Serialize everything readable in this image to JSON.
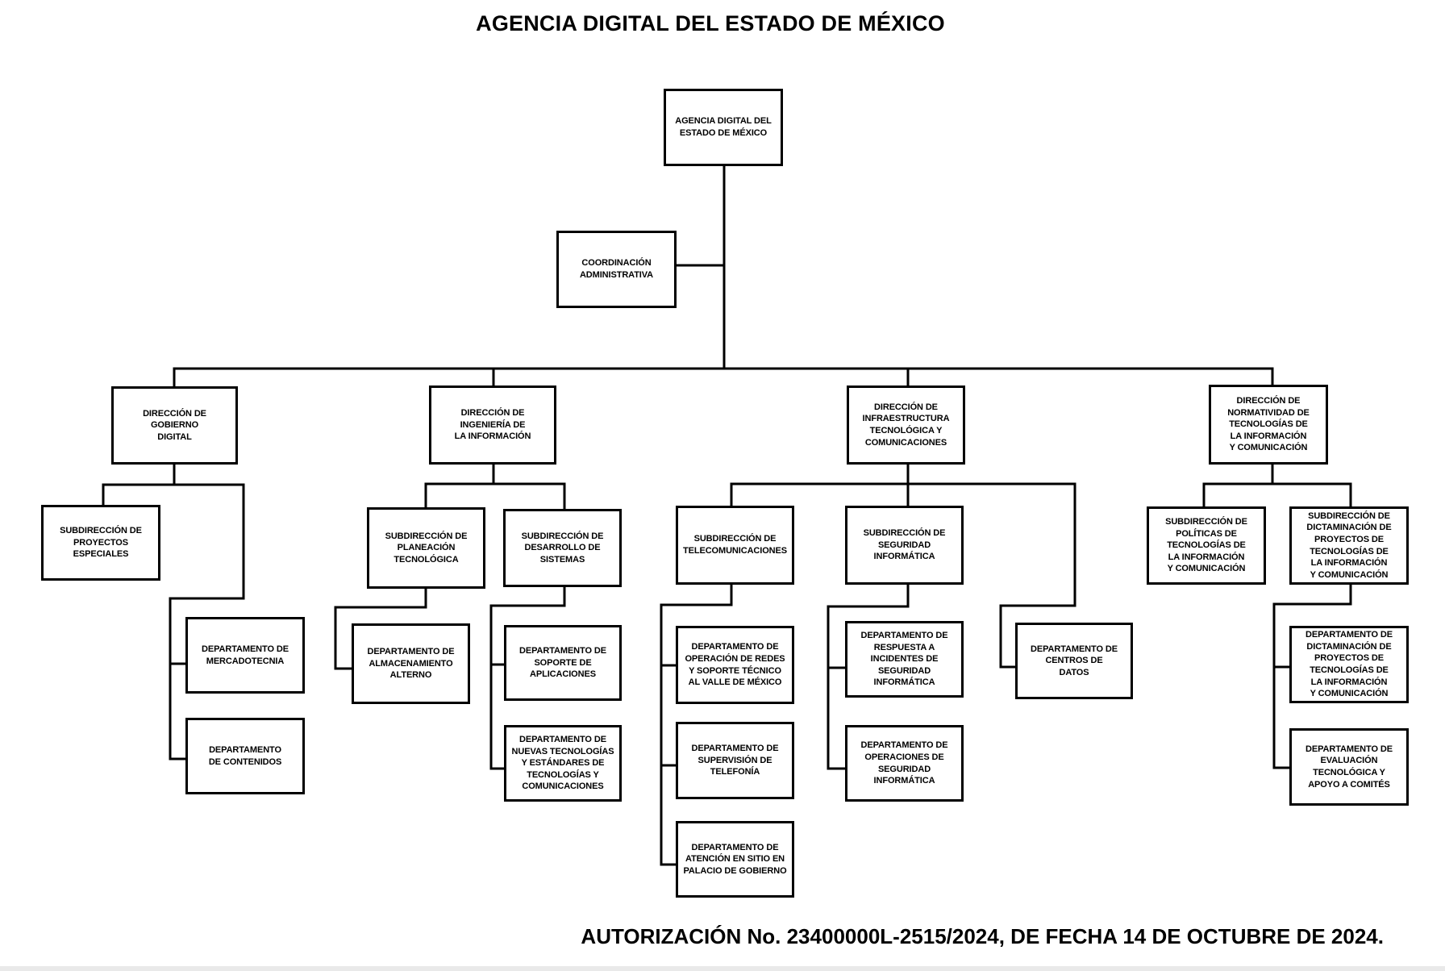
{
  "header": {
    "title": "AGENCIA DIGITAL DEL ESTADO DE MÉXICO"
  },
  "org_chart": {
    "head": "AGENCIA DIGITAL DEL\nESTADO DE MÉXICO",
    "staff_unit": "COORDINACIÓN\nADMINISTRATIVA",
    "directorates": [
      {
        "name": "DIRECCIÓN DE\nGOBIERNO\nDIGITAL",
        "subdirectorates": [
          {
            "name": "SUBDIRECCIÓN DE\nPROYECTOS\nESPECIALES",
            "departments": []
          }
        ],
        "departments": [
          "DEPARTAMENTO DE\nMERCADOTECNIA",
          "DEPARTAMENTO\nDE CONTENIDOS"
        ]
      },
      {
        "name": "DIRECCIÓN DE\nINGENIERÍA DE\nLA INFORMACIÓN",
        "subdirectorates": [
          {
            "name": "SUBDIRECCIÓN DE\nPLANEACIÓN\nTECNOLÓGICA",
            "departments": [
              "DEPARTAMENTO DE\nALMACENAMIENTO\nALTERNO"
            ]
          },
          {
            "name": "SUBDIRECCIÓN DE\nDESARROLLO DE\nSISTEMAS",
            "departments": [
              "DEPARTAMENTO DE\nSOPORTE DE\nAPLICACIONES",
              "DEPARTAMENTO DE\nNUEVAS TECNOLOGÍAS\nY ESTÁNDARES DE\nTECNOLOGÍAS Y\nCOMUNICACIONES"
            ]
          }
        ],
        "departments": []
      },
      {
        "name": "DIRECCIÓN DE\nINFRAESTRUCTURA\nTECNOLÓGICA Y\nCOMUNICACIONES",
        "subdirectorates": [
          {
            "name": "SUBDIRECCIÓN DE\nTELECOMUNICACIONES",
            "departments": [
              "DEPARTAMENTO DE\nOPERACIÓN DE REDES\nY SOPORTE TÉCNICO\nAL VALLE DE MÉXICO",
              "DEPARTAMENTO DE\nSUPERVISIÓN DE\nTELEFONÍA",
              "DEPARTAMENTO DE\nATENCIÓN EN SITIO EN\nPALACIO DE GOBIERNO"
            ]
          },
          {
            "name": "SUBDIRECCIÓN DE\nSEGURIDAD\nINFORMÁTICA",
            "departments": [
              "DEPARTAMENTO DE\nRESPUESTA A\nINCIDENTES DE\nSEGURIDAD\nINFORMÁTICA",
              "DEPARTAMENTO DE\nOPERACIONES DE\nSEGURIDAD\nINFORMÁTICA"
            ]
          }
        ],
        "departments": [
          "DEPARTAMENTO DE\nCENTROS DE\nDATOS"
        ]
      },
      {
        "name": "DIRECCIÓN DE\nNORMATIVIDAD DE\nTECNOLOGÍAS DE\nLA INFORMACIÓN\nY COMUNICACIÓN",
        "subdirectorates": [
          {
            "name": "SUBDIRECCIÓN DE\nPOLÍTICAS DE\nTECNOLOGÍAS DE\nLA INFORMACIÓN\nY COMUNICACIÓN",
            "departments": []
          },
          {
            "name": "SUBDIRECCIÓN DE\nDICTAMINACIÓN DE\nPROYECTOS DE\nTECNOLOGÍAS DE\nLA INFORMACIÓN\nY COMUNICACIÓN",
            "departments": [
              "DEPARTAMENTO DE\nDICTAMINACIÓN DE\nPROYECTOS DE\nTECNOLOGÍAS DE\nLA INFORMACIÓN\nY COMUNICACIÓN",
              "DEPARTAMENTO DE\nEVALUACIÓN\nTECNOLÓGICA Y\nAPOYO A COMITÉS"
            ]
          }
        ],
        "departments": []
      }
    ]
  },
  "footer": {
    "authorization": "AUTORIZACIÓN No. 23400000L-2515/2024, DE FECHA 14 DE OCTUBRE DE 2024."
  }
}
